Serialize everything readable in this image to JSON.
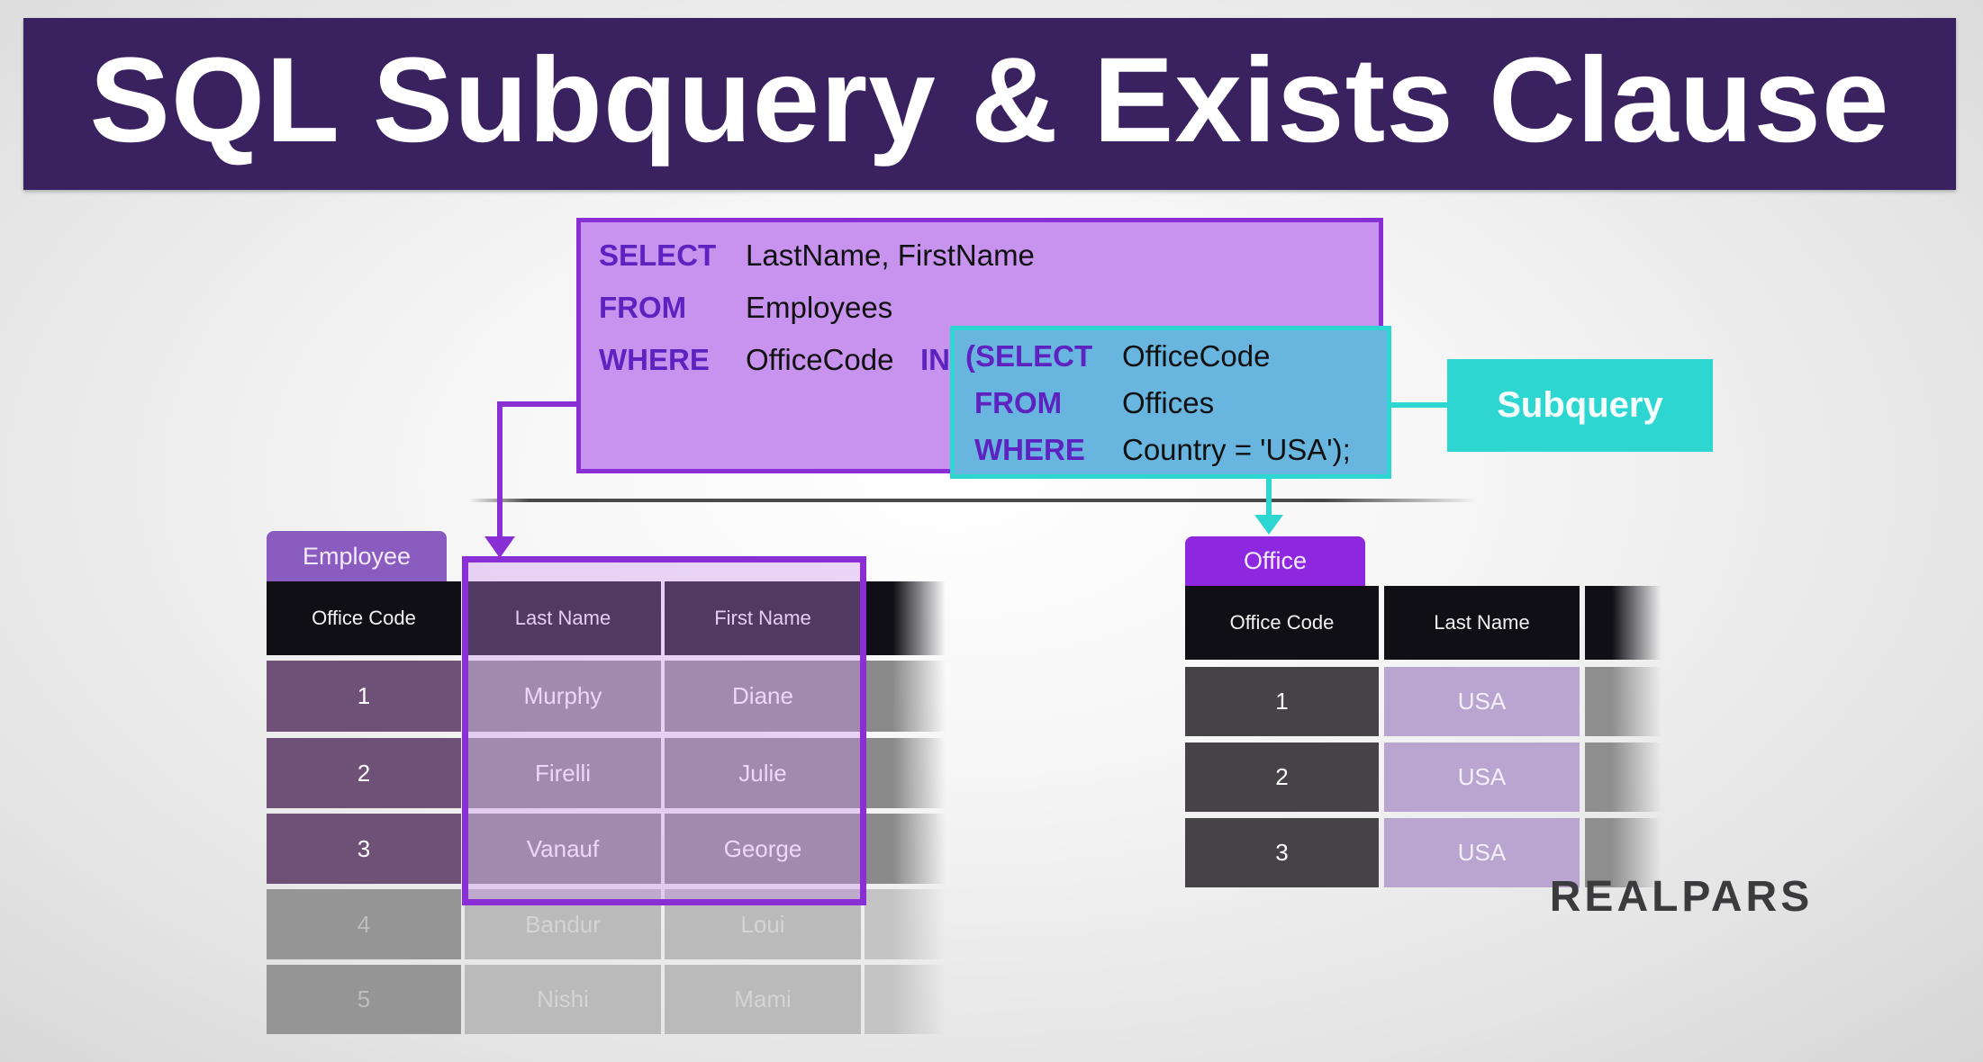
{
  "title": "SQL Subquery & Exists Clause",
  "query": {
    "lines": [
      {
        "keyword": "SELECT",
        "value": "LastName, FirstName"
      },
      {
        "keyword": "FROM",
        "value": "Employees"
      },
      {
        "keyword": "WHERE",
        "value": "OfficeCode",
        "operator": "IN"
      }
    ],
    "subquery": [
      {
        "keyword": "(SELECT",
        "value": "OfficeCode"
      },
      {
        "keyword": "FROM",
        "value": "Offices"
      },
      {
        "keyword": "WHERE",
        "value": "Country = 'USA');"
      }
    ]
  },
  "subquery_label": "Subquery",
  "employee_table": {
    "tab": "Employee",
    "headers": [
      "Office Code",
      "Last Name",
      "First Name"
    ],
    "rows": [
      [
        "1",
        "Murphy",
        "Diane"
      ],
      [
        "2",
        "Firelli",
        "Julie"
      ],
      [
        "3",
        "Vanauf",
        "George"
      ],
      [
        "4",
        "Bandur",
        "Loui"
      ],
      [
        "5",
        "Nishi",
        "Mami"
      ]
    ]
  },
  "office_table": {
    "tab": "Office",
    "headers": [
      "Office Code",
      "Last Name"
    ],
    "rows": [
      [
        "1",
        "USA"
      ],
      [
        "2",
        "USA"
      ],
      [
        "3",
        "USA"
      ]
    ]
  },
  "logo": "REALPARS",
  "colors": {
    "banner": "#3a2261",
    "query_fill": "#c793ee",
    "query_border": "#8a2ed6",
    "subquery_fill": "#68b6df",
    "subquery_border": "#2ed6d2",
    "keyword": "#5d22c0",
    "employee_code_cell": "#6f5077",
    "office_code_cell": "#454345",
    "office_country_cell": "#b9a5cf"
  }
}
